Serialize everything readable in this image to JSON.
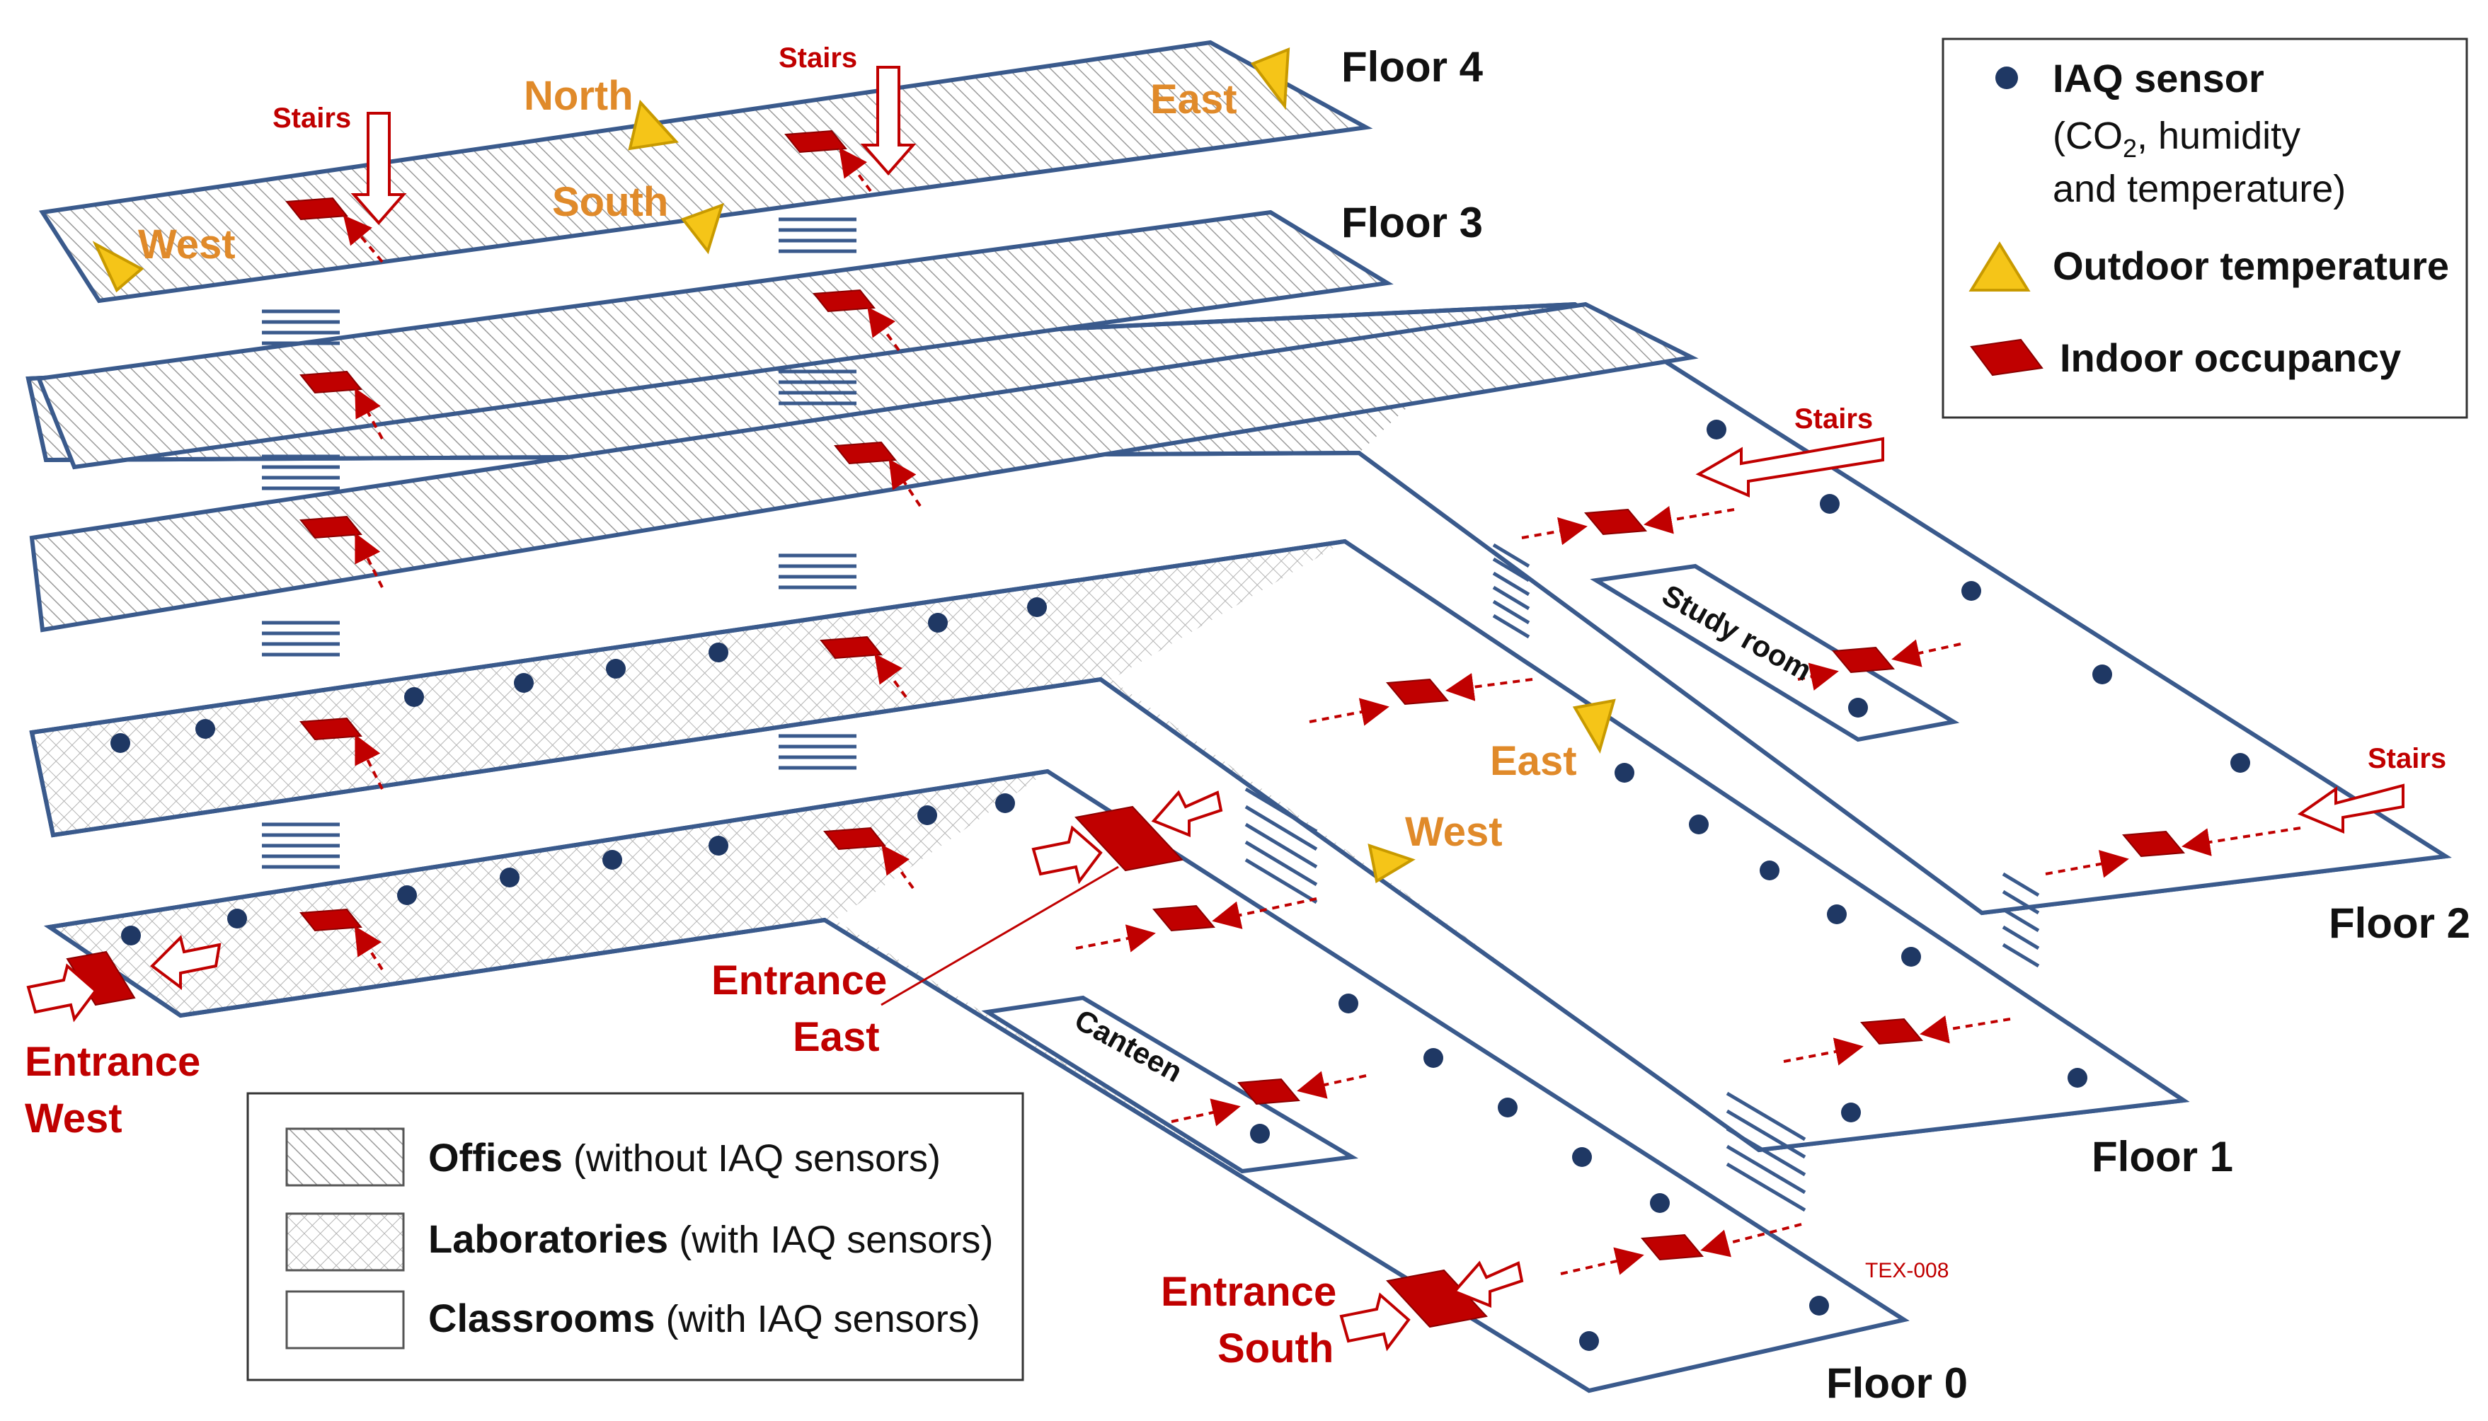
{
  "floors": {
    "floor4": "Floor 4",
    "floor3": "Floor 3",
    "floor2": "Floor 2",
    "floor1": "Floor 1",
    "floor0": "Floor 0"
  },
  "orientations": {
    "north": "North",
    "south": "South",
    "east_top": "East",
    "west_top": "West",
    "east_mid": "East",
    "west_mid": "West"
  },
  "stairs_label": "Stairs",
  "entrances": {
    "west": [
      "Entrance",
      "West"
    ],
    "east": [
      "Entrance",
      "East"
    ],
    "south": [
      "Entrance",
      "South"
    ]
  },
  "rooms": {
    "study_room": "Study room",
    "canteen": "Canteen"
  },
  "code": "TEX-008",
  "legend_top": {
    "iaq_sensor_title": "IAQ sensor",
    "iaq_sensor_line2_pre": "(CO",
    "iaq_sensor_line2_sub": "2",
    "iaq_sensor_line2_post": ", humidity",
    "iaq_sensor_line3": "and temperature)",
    "outdoor_temp": "Outdoor temperature",
    "indoor_occupancy": "Indoor occupancy"
  },
  "legend_bottom": {
    "offices_bold": "Offices",
    "offices_rest": " (without IAQ sensors)",
    "labs_bold": "Laboratories",
    "labs_rest": " (with IAQ sensors)",
    "classrooms_bold": "Classrooms",
    "classrooms_rest": " (with IAQ sensors)"
  },
  "colors": {
    "floor_outline": "#3a5a8c",
    "sensor_dot": "#1f3864",
    "occupancy_red": "#c00000",
    "outdoor_yellow": "#f5c518",
    "orientation_text": "#e08a2a",
    "label_red": "#c00000"
  }
}
